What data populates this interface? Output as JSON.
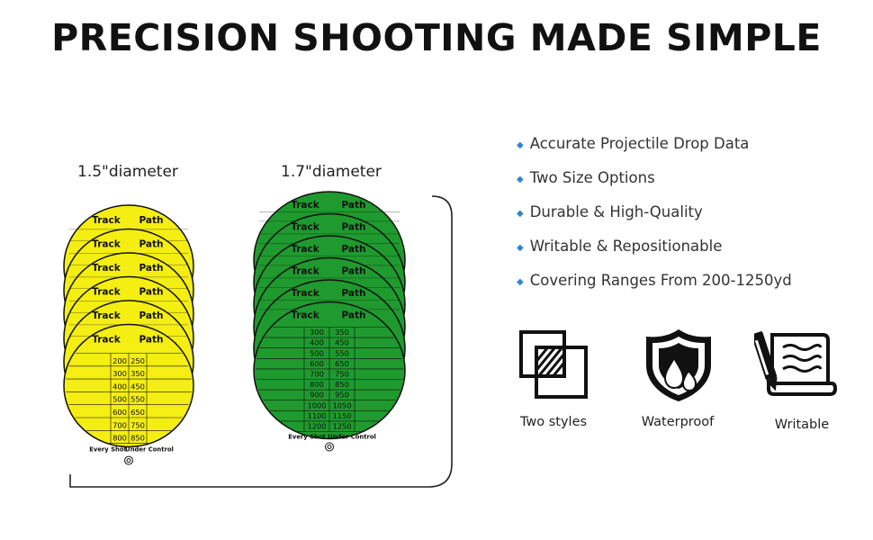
{
  "headline": "PRECISION SHOOTING MADE SIMPLE",
  "size_small": {
    "label": "1.5\"diameter",
    "color": "#f4ee12",
    "header_left": "Track",
    "header_right": "Path",
    "rows": [
      [
        "200",
        "250"
      ],
      [
        "300",
        "350"
      ],
      [
        "400",
        "450"
      ],
      [
        "500",
        "550"
      ],
      [
        "600",
        "650"
      ],
      [
        "700",
        "750"
      ],
      [
        "800",
        "850"
      ]
    ],
    "footer_left": "Every Shot",
    "footer_right": "Under Control"
  },
  "size_large": {
    "label": "1.7\"diameter",
    "color": "#1f9a2e",
    "header_left": "Track",
    "header_right": "Path",
    "rows": [
      [
        "300",
        "350"
      ],
      [
        "400",
        "450"
      ],
      [
        "500",
        "550"
      ],
      [
        "600",
        "650"
      ],
      [
        "700",
        "750"
      ],
      [
        "800",
        "850"
      ],
      [
        "900",
        "950"
      ],
      [
        "1000",
        "1050"
      ],
      [
        "1100",
        "1150"
      ],
      [
        "1200",
        "1250"
      ]
    ],
    "footer_left": "Every Shot",
    "footer_right": "Under Control"
  },
  "features": [
    "Accurate Projectile Drop Data",
    "Two Size Options",
    "Durable & High-Quality",
    "Writable & Repositionable",
    "Covering Ranges From 200-1250yd"
  ],
  "icons": [
    {
      "icon": "two-squares-icon",
      "caption": "Two styles"
    },
    {
      "icon": "shield-water-drops-icon",
      "caption": "Waterproof"
    },
    {
      "icon": "pen-and-paper-icon",
      "caption": "Writable"
    }
  ],
  "bullet_color": "#2f86c6"
}
